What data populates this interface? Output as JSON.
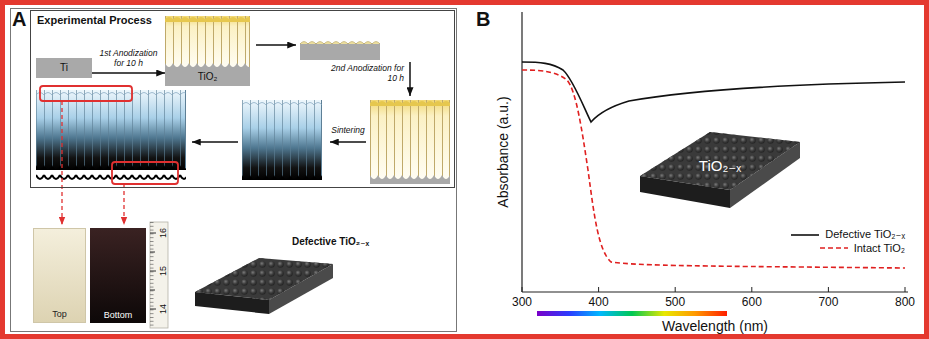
{
  "diagram": {
    "nodes": [
      {
        "text": [
          "Experimental Process"
        ]
      },
      {
        "text": [
          "Ti"
        ],
        "in": 0
      },
      {
        "text": [
          "TiO₂"
        ],
        "in": 0
      },
      {
        "text": [
          "Top"
        ]
      },
      {
        "text": [
          "Bottom"
        ]
      },
      {
        "text": [
          "TiO₂₋ₓ"
        ]
      }
    ],
    "edges": [
      {
        "from": 1,
        "to": 2,
        "arrow": "to",
        "label": "1st Anodization for 10 h"
      }
    ],
    "labels": [
      "A",
      "2nd Anodization for 10 h",
      "Sintering",
      "16",
      "15",
      "14",
      "Defective TiO₂₋ₓ",
      "B",
      "Absorbance (a.u.)",
      "300",
      "400",
      "500",
      "600",
      "700",
      "800",
      "Wavelength (nm)"
    ],
    "legend": [
      {
        "text": "Defective TiO₂₋ₓ"
      },
      {
        "text": "Intact TiO₂"
      }
    ]
  }
}
